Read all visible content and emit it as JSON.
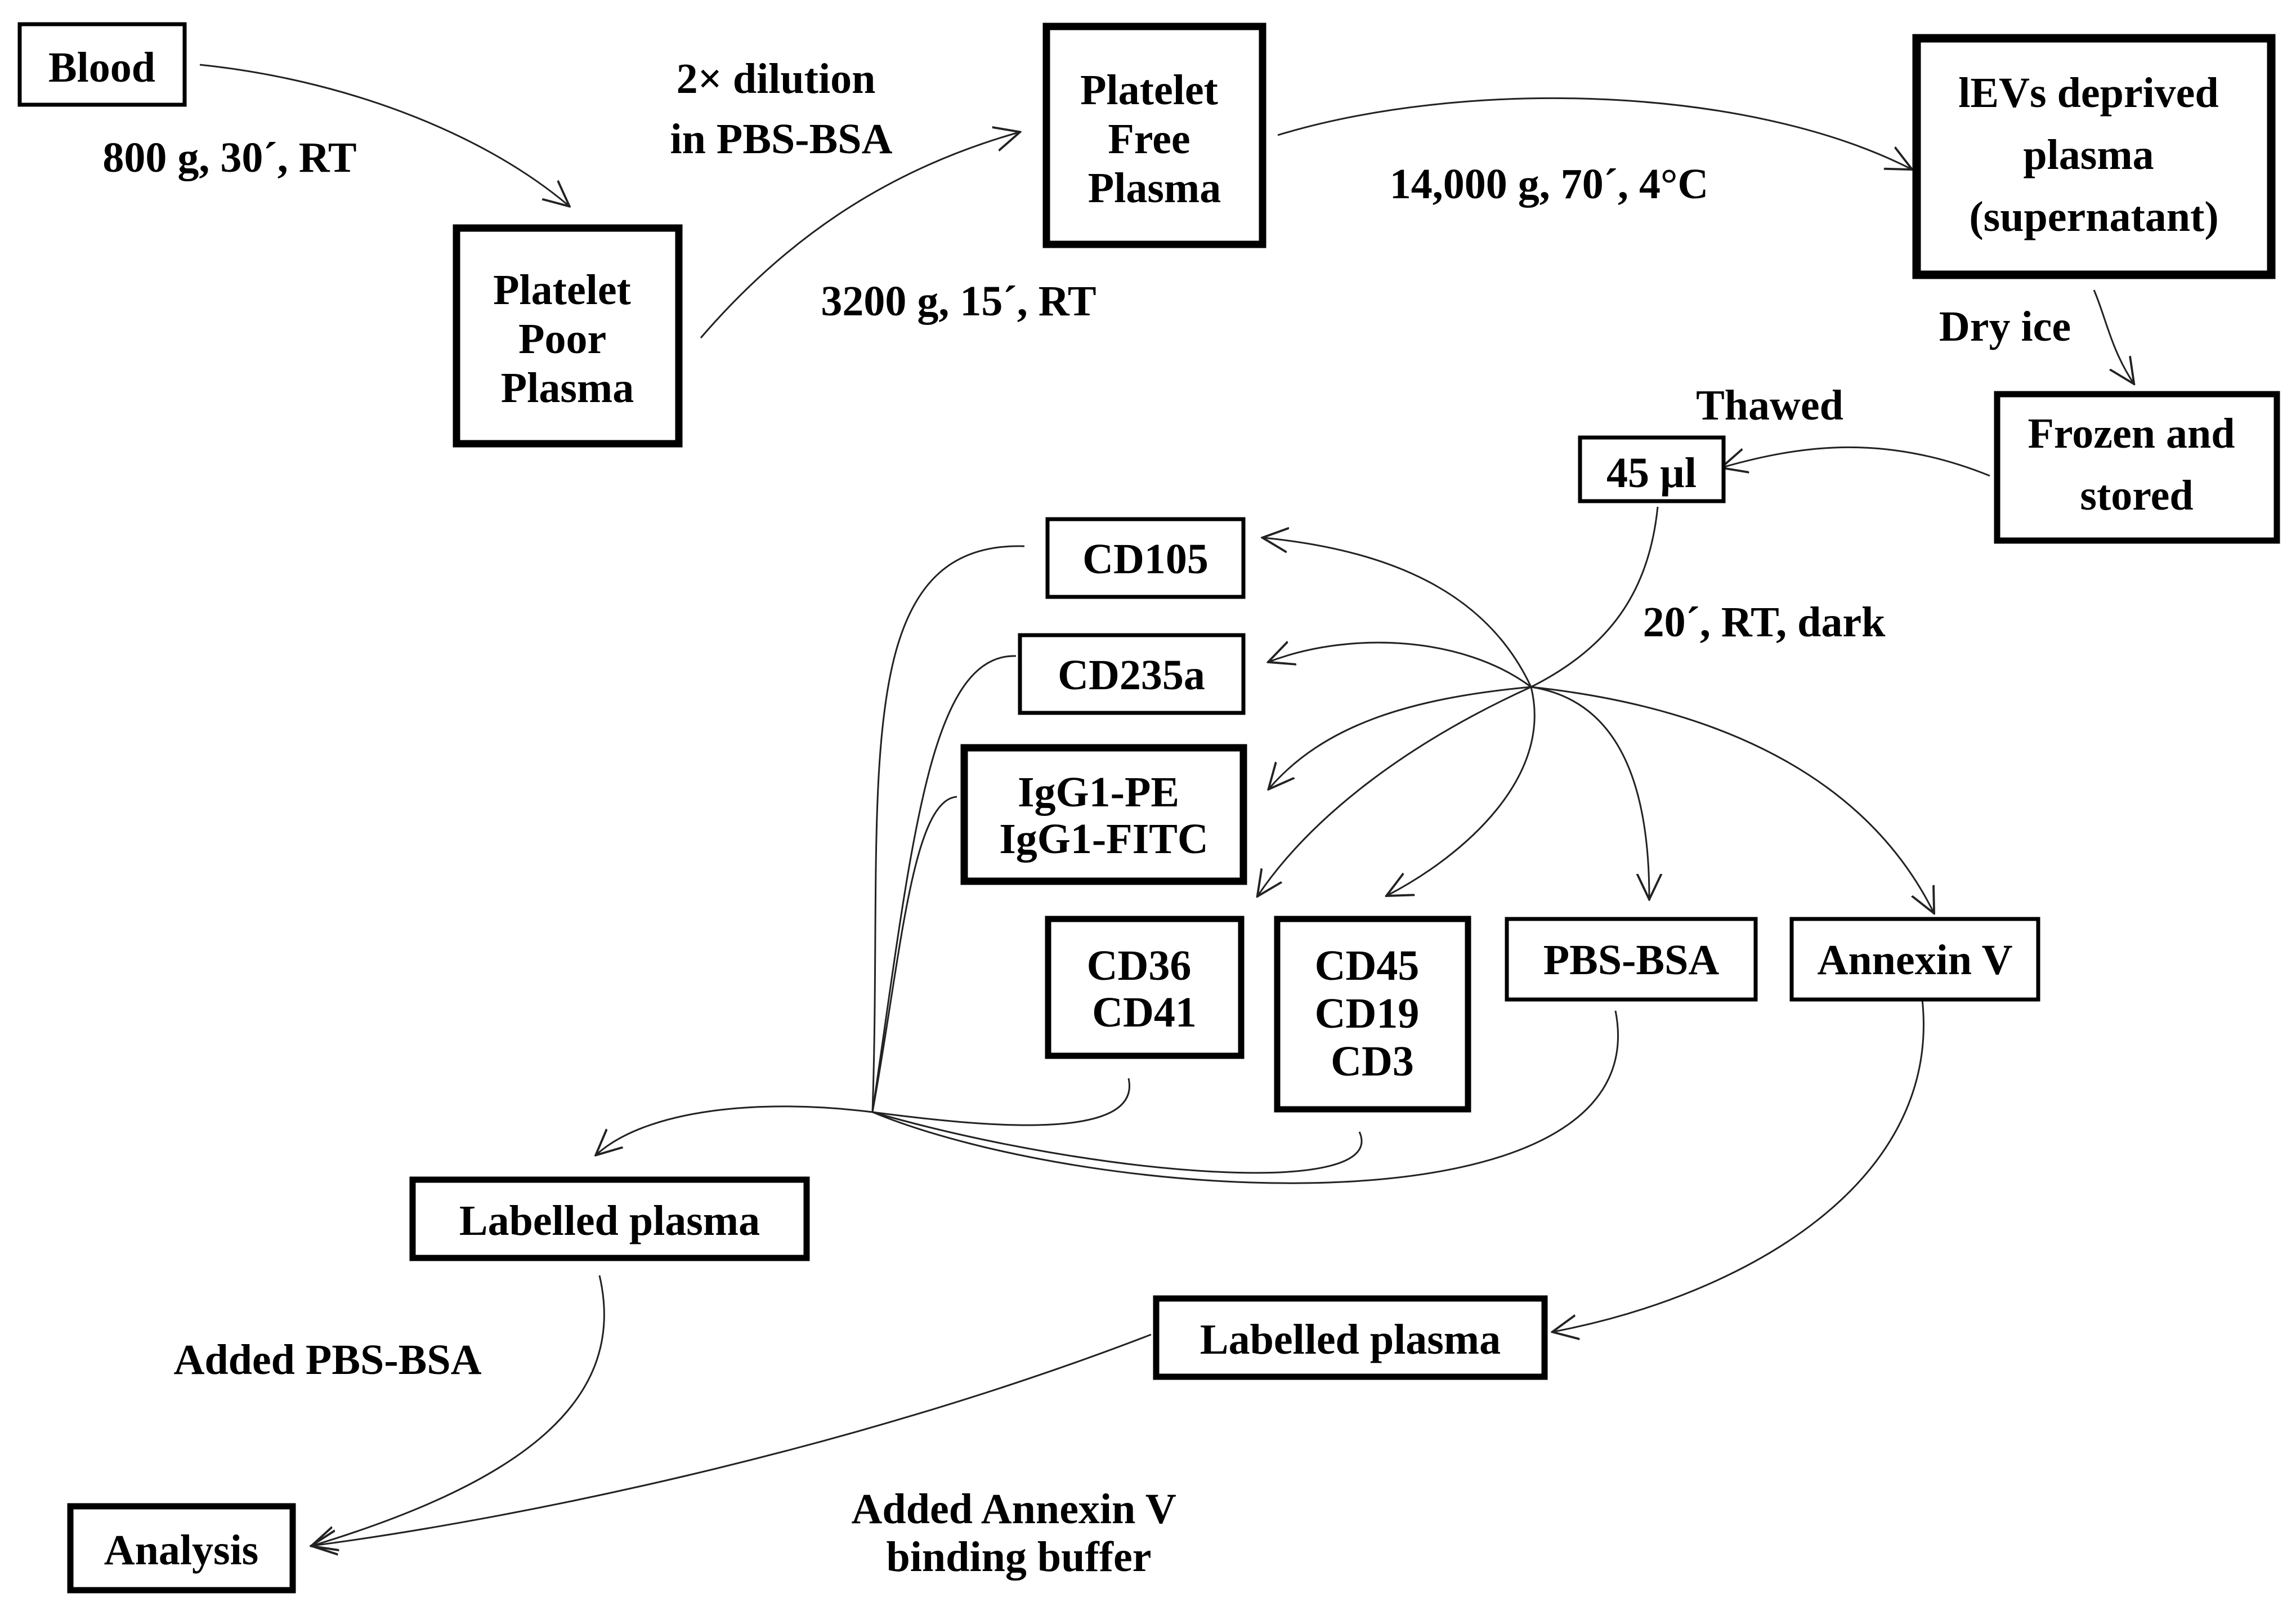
{
  "nodes": {
    "blood": {
      "lines": [
        "Blood"
      ]
    },
    "platelet_poor_plasma": {
      "lines": [
        "Platelet",
        "Poor",
        "Plasma"
      ]
    },
    "platelet_free_plasma": {
      "lines": [
        "Platelet",
        "Free",
        "Plasma"
      ]
    },
    "levs_deprived_plasma": {
      "lines": [
        "lEVs deprived",
        "plasma",
        "(supernatant)"
      ]
    },
    "frozen_and_stored": {
      "lines": [
        "Frozen and",
        "stored"
      ]
    },
    "sample_45ul": {
      "lines": [
        "45 µl"
      ]
    },
    "cd105": {
      "lines": [
        "CD105"
      ]
    },
    "cd235a": {
      "lines": [
        "CD235a"
      ]
    },
    "isotype_controls": {
      "lines": [
        "IgG1-PE",
        "IgG1-FITC"
      ]
    },
    "cd36_cd41": {
      "lines": [
        "CD36",
        "CD41"
      ]
    },
    "cd45_cd19_cd3": {
      "lines": [
        "CD45",
        "CD19",
        "CD3"
      ]
    },
    "pbs_bsa": {
      "lines": [
        "PBS-BSA"
      ]
    },
    "annexin_v": {
      "lines": [
        "Annexin V"
      ]
    },
    "labelled_plasma_1": {
      "lines": [
        "Labelled plasma"
      ]
    },
    "labelled_plasma_2": {
      "lines": [
        "Labelled plasma"
      ]
    },
    "analysis": {
      "lines": [
        "Analysis"
      ]
    }
  },
  "step_labels": {
    "centrifuge_1": {
      "lines": [
        "800 g, 30´, RT"
      ]
    },
    "dilution": {
      "lines": [
        "2× dilution",
        "in PBS-BSA"
      ]
    },
    "centrifuge_2": {
      "lines": [
        "3200 g, 15´, RT"
      ]
    },
    "centrifuge_3": {
      "lines": [
        "14,000 g, 70´, 4°C"
      ]
    },
    "dry_ice": {
      "lines": [
        "Dry ice"
      ]
    },
    "thawed": {
      "lines": [
        "Thawed"
      ]
    },
    "incubation": {
      "lines": [
        "20´, RT, dark"
      ]
    },
    "added_pbs_bsa": {
      "lines": [
        "Added PBS-BSA"
      ]
    },
    "added_annexin_buffer": {
      "lines": [
        "Added Annexin V",
        "binding buffer"
      ]
    }
  }
}
